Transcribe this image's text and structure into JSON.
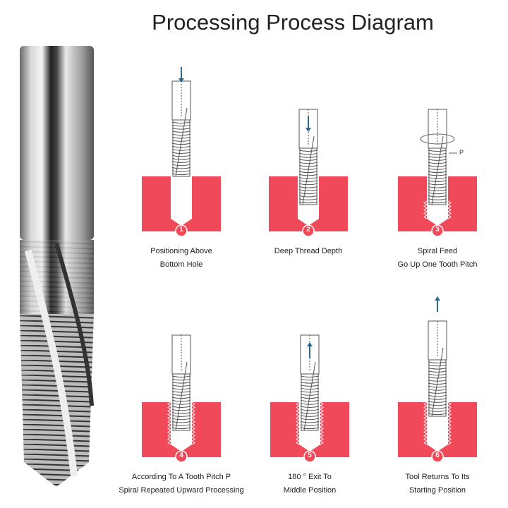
{
  "title": "Processing Process Diagram",
  "colors": {
    "workpiece": "#f04a5a",
    "arrow": "#2b6a8e",
    "tool_line": "#555555"
  },
  "steps": [
    {
      "number": "1",
      "caption": [
        "Positioning Above",
        "Bottom Hole"
      ],
      "arrow": "down"
    },
    {
      "number": "2",
      "caption": [
        "Deep Thread Depth"
      ],
      "arrow": "down"
    },
    {
      "number": "3",
      "caption": [
        "Spiral Feed",
        "Go Up One Tooth Pitch"
      ],
      "arrow": "spiral",
      "pitch_label": "P"
    },
    {
      "number": "4",
      "caption": [
        "According To A Tooth Pitch P",
        "Spiral Repeated Upward Processing"
      ],
      "arrow": "none"
    },
    {
      "number": "5",
      "caption": [
        "180 ° Exit To",
        "Middle Position"
      ],
      "arrow": "up"
    },
    {
      "number": "6",
      "caption": [
        "Tool Returns To Its",
        "Starting Position"
      ],
      "arrow": "up"
    }
  ]
}
